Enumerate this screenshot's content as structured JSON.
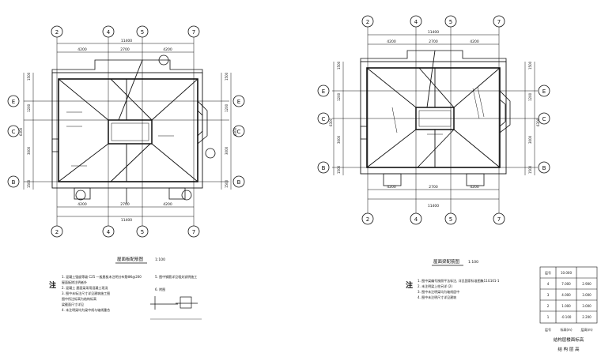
{
  "left_plan": {
    "top_axes": [
      "2",
      "4",
      "5",
      "7"
    ],
    "bottom_axes": [
      "2",
      "4",
      "5",
      "7"
    ],
    "left_axes": [
      "E",
      "C",
      "B"
    ],
    "right_axes": [
      "E",
      "C",
      "B"
    ],
    "top_overall": "11400",
    "top_dims": [
      "4200",
      "2700",
      "4200"
    ],
    "bottom_dims": [
      "4200",
      "2700",
      "4200"
    ],
    "bottom_overall": "11400",
    "left_dims": [
      "1500",
      "1200",
      "3000",
      "1500"
    ],
    "left_overall": "6300",
    "right_dims": [
      "1500",
      "1200",
      "3000",
      "1500"
    ],
    "right_overall": "6300",
    "title": "屋面板配筋图",
    "scale": "1:100"
  },
  "right_plan": {
    "top_axes": [
      "2",
      "4",
      "5",
      "7"
    ],
    "bottom_axes": [
      "2",
      "4",
      "5",
      "7"
    ],
    "left_axes": [
      "E",
      "C",
      "B"
    ],
    "right_axes": [
      "E",
      "C",
      "B"
    ],
    "top_overall": "11400",
    "top_dims": [
      "4200",
      "2700",
      "4200"
    ],
    "bottom_dims": [
      "4200",
      "2700",
      "4200"
    ],
    "bottom_overall": "11400",
    "left_dims": [
      "1500",
      "1200",
      "3000",
      "1500"
    ],
    "left_overall": "6300",
    "right_dims": [
      "1500",
      "1200",
      "3000",
      "1500"
    ],
    "right_overall": "6300",
    "title": "屋面梁配筋图",
    "scale": "1:100"
  },
  "notes_left": {
    "label": "注",
    "lines": [
      "1. 混凝土强度等级  C25  一般屋板未注明分布筋Φ6@200",
      "   屋面板除注明者外",
      "2. 混凝土  屋面梁采用混凝土现浇",
      "3. 图中未标注尺寸详见建筑施工图",
      "   图中所注标高为结构标高",
      "   梁截面尺寸详见",
      "4. 未注明梁均为梁中线与轴线重合"
    ],
    "right_lines": [
      "5. 图中钢筋详见相关说明施工",
      "6. 附图"
    ]
  },
  "notes_right": {
    "label": "注",
    "lines": [
      "1. 图中梁编号按照平法标注, 详见国家标准图集11G101-1",
      "2. 未注明梁上柱另详  (2)",
      "3. 图中未注明梁均为轴线居中",
      "4. 图中未注明尺寸详见建筑"
    ]
  },
  "floor_table": {
    "header": [
      "层号",
      "标高(m)",
      "层高(m)"
    ],
    "header_top": [
      "层号",
      "10.000",
      ""
    ],
    "rows": [
      [
        "4",
        "7.000",
        "2.900"
      ],
      [
        "3",
        "4.000",
        "3.000"
      ],
      [
        "2",
        "1.000",
        "3.000"
      ],
      [
        "1",
        "-0.100",
        "2.200"
      ]
    ],
    "footer": [
      "层号",
      "标高(m)",
      "层高(m)"
    ],
    "caption": "结构层楼面标高",
    "caption2": "结 构 层 高"
  }
}
